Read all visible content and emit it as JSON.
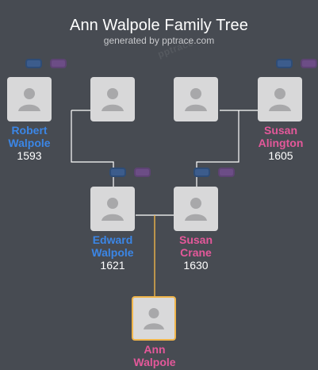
{
  "header": {
    "title": "Ann Walpole Family Tree",
    "subtitle": "generated by pptrace.com",
    "watermark": "pptrace"
  },
  "colors": {
    "background": "#474b52",
    "male": "#3b86e6",
    "female": "#e4589a",
    "focus_border": "#f0b54a",
    "line": "#ffffff",
    "focus_line": "#f0b54a"
  },
  "people": {
    "robert": {
      "first_name": "Robert",
      "last_name": "Walpole",
      "year": "1593",
      "gender": "male"
    },
    "unknown_left": {
      "first_name": "",
      "last_name": "",
      "year": "",
      "gender": "unknown"
    },
    "unknown_right": {
      "first_name": "",
      "last_name": "",
      "year": "",
      "gender": "unknown"
    },
    "susan_a": {
      "first_name": "Susan",
      "last_name": "Alington",
      "year": "1605",
      "gender": "female"
    },
    "edward": {
      "first_name": "Edward",
      "last_name": "Walpole",
      "year": "1621",
      "gender": "male"
    },
    "susan_c": {
      "first_name": "Susan",
      "last_name": "Crane",
      "year": "1630",
      "gender": "female"
    },
    "ann": {
      "first_name": "Ann",
      "last_name": "Walpole",
      "year": "",
      "gender": "female",
      "focus": true
    }
  },
  "icons": {
    "avatar": "person-silhouette-icon",
    "parent_toggle_blue": "blue-pill-icon",
    "parent_toggle_purple": "purple-pill-icon"
  }
}
